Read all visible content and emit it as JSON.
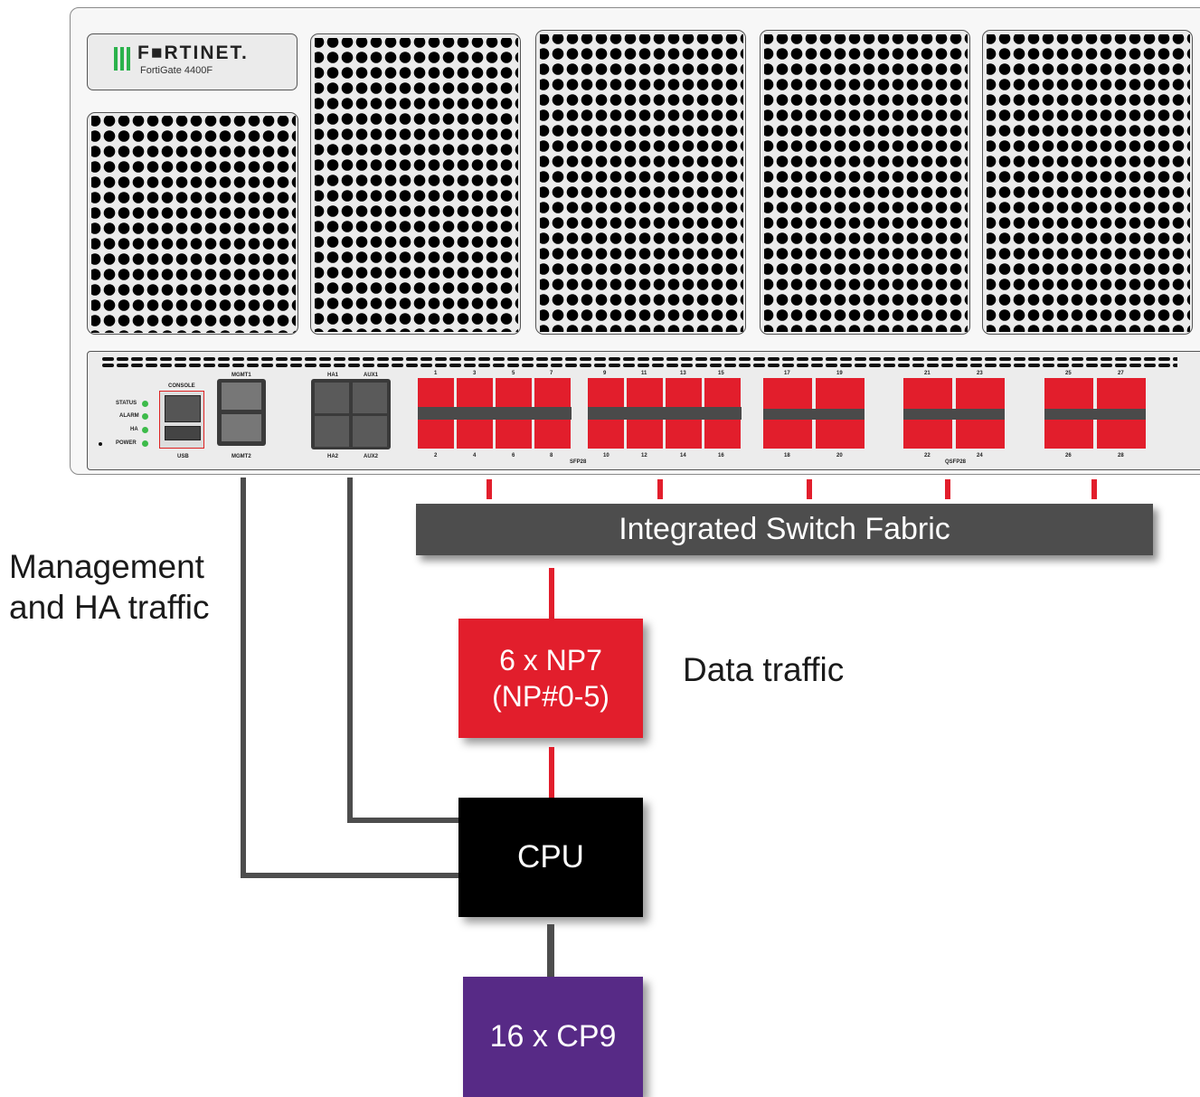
{
  "device": {
    "brand": "F■RTINET.",
    "model": "FortiGate 4400F"
  },
  "front_panel": {
    "console_label": "CONSOLE",
    "usb_label": "USB",
    "leds": [
      "STATUS",
      "ALARM",
      "HA",
      "POWER"
    ],
    "mgmt_top": "MGMT1",
    "mgmt_bottom": "MGMT2",
    "ha_top": "HA1",
    "ha_bottom": "HA2",
    "aux_top": "AUX1",
    "aux_bottom": "AUX2",
    "sfp_group_label": "SFP28",
    "qsfp_group_label": "QSFP28",
    "sfp_top_numbers": [
      "1",
      "3",
      "5",
      "7",
      "9",
      "11",
      "13",
      "15"
    ],
    "sfp_bottom_numbers": [
      "2",
      "4",
      "6",
      "8",
      "10",
      "12",
      "14",
      "16"
    ],
    "qsfp_top_numbers": [
      "17",
      "19",
      "21",
      "23",
      "25",
      "27"
    ],
    "qsfp_bottom_numbers": [
      "18",
      "20",
      "22",
      "24",
      "26",
      "28"
    ]
  },
  "diagram": {
    "switch_fabric": "Integrated Switch Fabric",
    "np7_line1": "6 x NP7",
    "np7_line2": "(NP#0-5)",
    "cpu": "CPU",
    "cp9": "16 x CP9",
    "mgmt_label_line1": "Management",
    "mgmt_label_line2": "and HA traffic",
    "data_label": "Data traffic"
  },
  "colors": {
    "np7": "#e21e2c",
    "cpu": "#000000",
    "cp9": "#572a86",
    "fabric": "#4d4d4d",
    "port_red": "#e21e2c",
    "led_green": "#3dbb4a"
  }
}
